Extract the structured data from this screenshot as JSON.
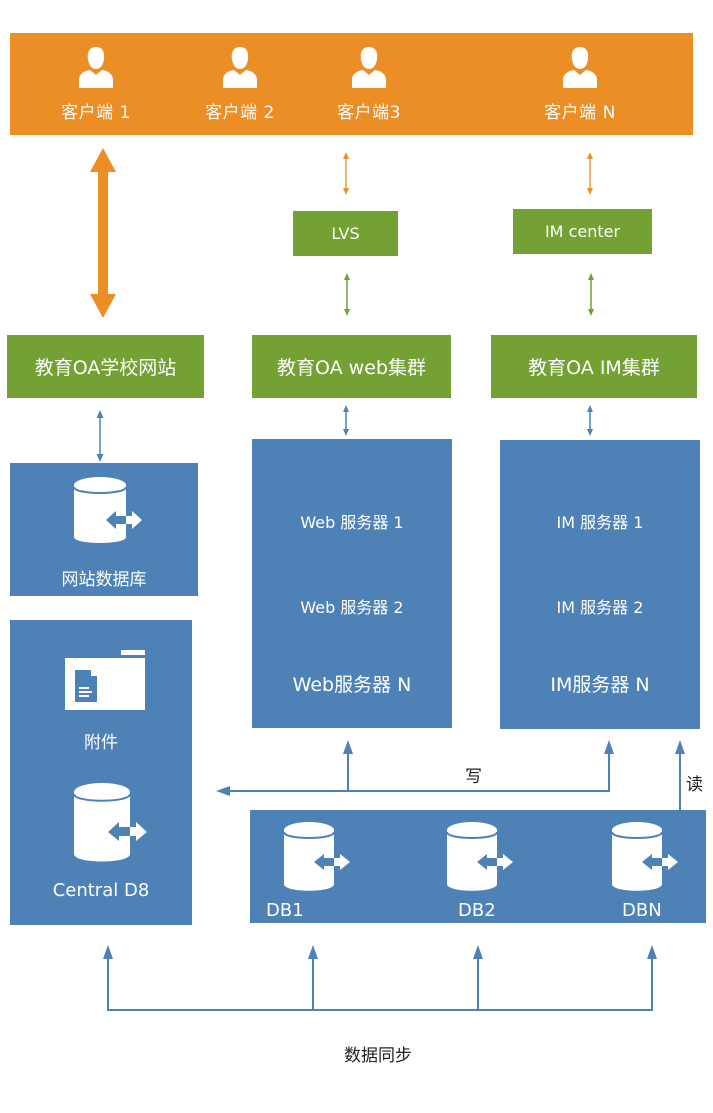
{
  "colors": {
    "client_bar": "#ec8e26",
    "cluster_green": "#74a134",
    "server_blue": "#4e82b6",
    "arrow_orange": "#ec8e26",
    "arrow_green": "#74a134",
    "arrow_blue": "#4e82b6"
  },
  "clients": [
    {
      "label": "客户端 1",
      "icon": "user-icon"
    },
    {
      "label": "客户端 2",
      "icon": "user-icon"
    },
    {
      "label": "客户端3",
      "icon": "user-icon"
    },
    {
      "label": "客户端 N",
      "icon": "user-icon"
    }
  ],
  "gateways": {
    "lvs": "LVS",
    "im_center": "IM center"
  },
  "clusters": {
    "school_site": "教育OA学校网站",
    "web_cluster": "教育OA web集群",
    "im_cluster": "教育OA IM集群"
  },
  "website_db": {
    "label": "网站数据库",
    "icon": "database-icon"
  },
  "central": {
    "attachment_label": "附件",
    "attachment_icon": "folder-document-icon",
    "db_label": "Central D8",
    "db_icon": "database-icon"
  },
  "web_servers": [
    "Web 服务器 1",
    "Web 服务器 2",
    "Web服务器 N"
  ],
  "im_servers": [
    "IM  服务器 1",
    "IM 服务器 2",
    "IM服务器 N"
  ],
  "databases": [
    {
      "label": "DB1",
      "icon": "database-icon"
    },
    {
      "label": "DB2",
      "icon": "database-icon"
    },
    {
      "label": "DBN",
      "icon": "database-icon"
    }
  ],
  "flows": {
    "write": "写",
    "read": "读",
    "sync": "数据同步"
  }
}
